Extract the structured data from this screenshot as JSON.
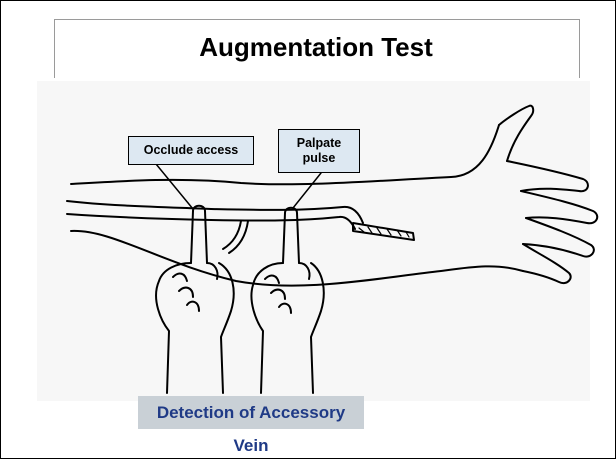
{
  "slide": {
    "title": "Augmentation Test",
    "caption": "Detection of Accessory Vein"
  },
  "callouts": {
    "occlude": "Occlude access",
    "palpate": "Palpate pulse"
  },
  "colors": {
    "caption_text": "#1f3a86",
    "caption_bg": "#c9d0d6",
    "callout_bg": "#dde8f2"
  }
}
